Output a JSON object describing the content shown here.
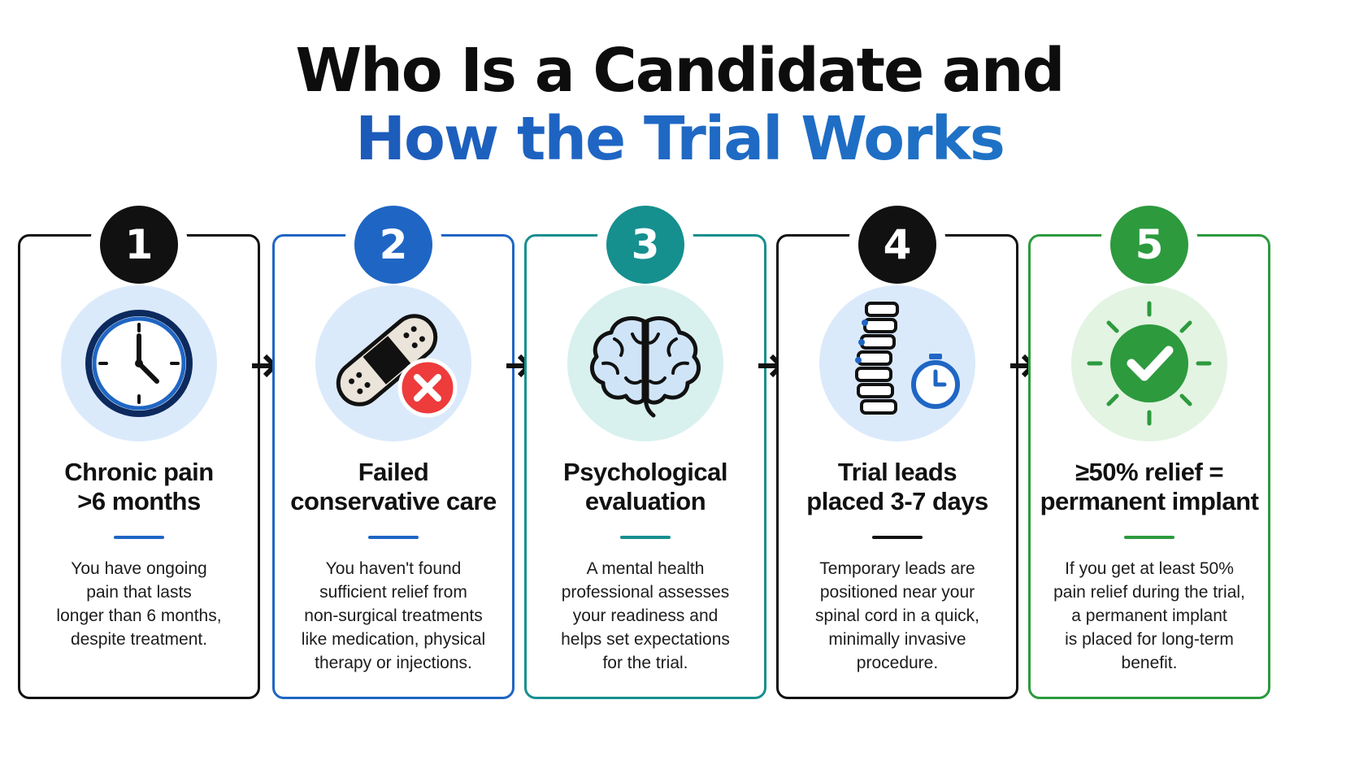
{
  "title": {
    "line1": "Who Is a Candidate and",
    "line2": "How the Trial Works"
  },
  "steps": [
    {
      "number": "1",
      "title": "Chronic pain\n>6 months",
      "description": "You have ongoing\npain that lasts\nlonger than 6 months,\ndespite treatment.",
      "icon": "clock-icon",
      "accent": "#111111",
      "icon_bg": "#dbeafb"
    },
    {
      "number": "2",
      "title": "Failed\nconservative care",
      "description": "You haven't found\nsufficient relief from\nnon-surgical treatments\nlike medication, physical\ntherapy or injections.",
      "icon": "bandage-x-icon",
      "accent": "#1f66c4",
      "icon_bg": "#dbeafb"
    },
    {
      "number": "3",
      "title": "Psychological\nevaluation",
      "description": "A mental health\nprofessional assesses\nyour readiness and\nhelps set expectations\nfor the trial.",
      "icon": "brain-icon",
      "accent": "#168f8f",
      "icon_bg": "#d8f1ee"
    },
    {
      "number": "4",
      "title": "Trial leads\nplaced 3-7 days",
      "description": "Temporary leads are\npositioned near your\nspinal cord in a quick,\nminimally invasive\nprocedure.",
      "icon": "spine-stopwatch-icon",
      "accent": "#111111",
      "icon_bg": "#dbeafb"
    },
    {
      "number": "5",
      "title": "≥50% relief =\npermanent implant",
      "description": "If you get at least 50%\npain relief during the trial,\na permanent implant\nis placed for long-term\nbenefit.",
      "icon": "checkmark-icon",
      "accent": "#2d9a3e",
      "icon_bg": "#e3f4e2"
    }
  ],
  "colors": {
    "black": "#111111",
    "blue": "#1f66c4",
    "teal": "#168f8f",
    "green": "#2d9a3e",
    "red_x": "#ee3b3b"
  }
}
